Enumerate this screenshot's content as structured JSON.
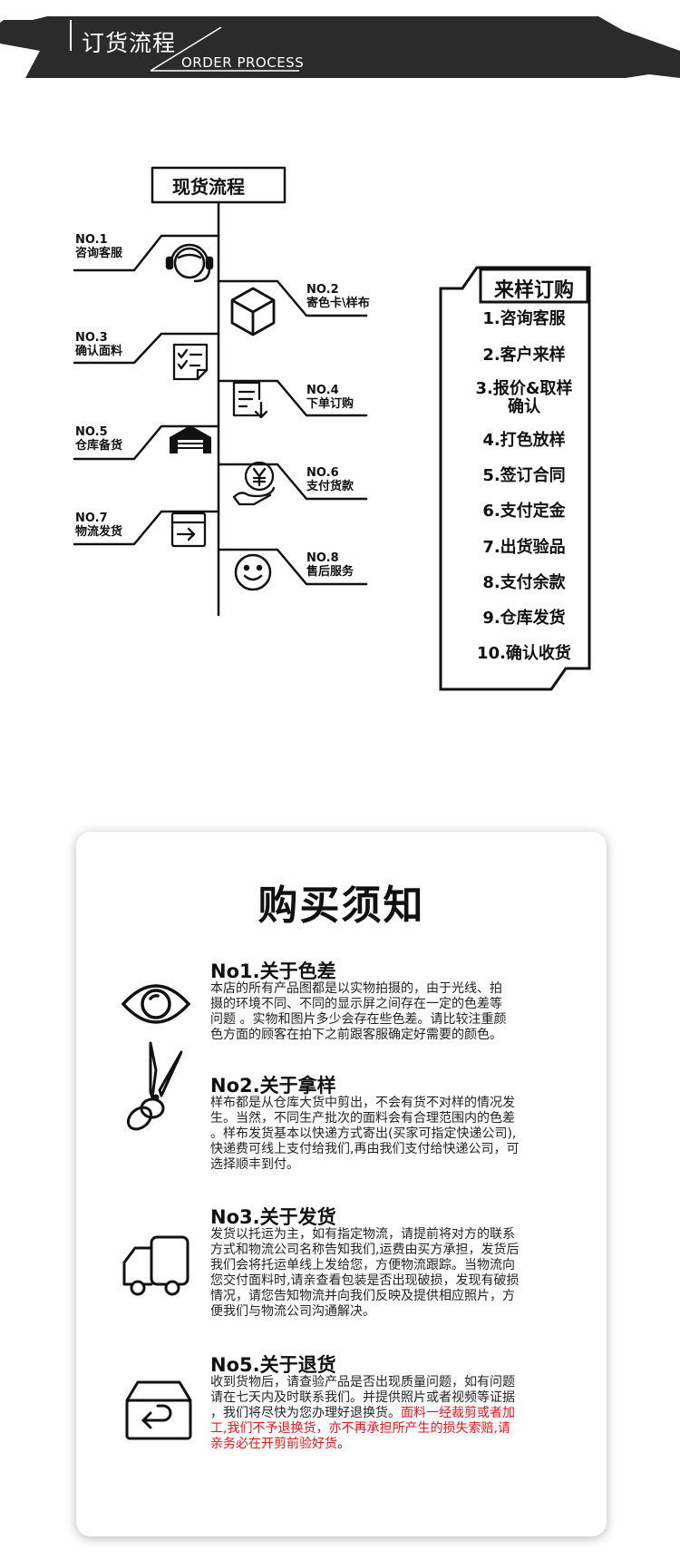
{
  "header": {
    "title_cn": "订货流程",
    "title_en": "ORDER PROCESS"
  },
  "spot_process": {
    "title": "现货流程",
    "steps": [
      {
        "no": "NO.1",
        "label": "咨询客服",
        "icon": "customer-service-headset-icon"
      },
      {
        "no": "NO.2",
        "label": "寄色卡\\样布",
        "icon": "package-box-icon"
      },
      {
        "no": "NO.3",
        "label": "确认面料",
        "icon": "checklist-icon"
      },
      {
        "no": "NO.4",
        "label": "下单订购",
        "icon": "order-document-icon"
      },
      {
        "no": "NO.5",
        "label": "仓库备货",
        "icon": "warehouse-icon"
      },
      {
        "no": "NO.6",
        "label": "支付货款",
        "icon": "yen-payment-icon"
      },
      {
        "no": "NO.7",
        "label": "物流发货",
        "icon": "shipping-box-icon"
      },
      {
        "no": "NO.8",
        "label": "售后服务",
        "icon": "smiley-icon"
      }
    ]
  },
  "sample_process": {
    "title": "来样订购",
    "steps": [
      "1.咨询客服",
      "2.客户来样",
      "3.报价&取样",
      "确认",
      "4.打色放样",
      "5.签订合同",
      "6.支付定金",
      "7.出货验品",
      "8.支付余款",
      "9.仓库发货",
      "10.确认收货"
    ]
  },
  "notice": {
    "title": "购买须知",
    "items": [
      {
        "icon": "eye-icon",
        "title": "No1.关于色差",
        "lines": [
          "本店的所有产品图都是以实物拍摄的，由于光线、拍",
          "摄的环境不同、不同的显示屏之间存在一定的色差等",
          "问题 。实物和图片多少会存在些色差。请比较注重颜",
          "色方面的顾客在拍下之前跟客服确定好需要的颜色。"
        ]
      },
      {
        "icon": "scissors-icon",
        "title": "No2.关于拿样",
        "lines": [
          "样布都是从仓库大货中剪出，不会有货不对样的情况发",
          "生。当然，不同生产批次的面料会有合理范围内的色差",
          "。样布发货基本以快递方式寄出(买家可指定快递公司),",
          "快递费可线上支付给我们,再由我们支付给快递公司，可",
          "选择顺丰到付。"
        ]
      },
      {
        "icon": "truck-icon",
        "title": "No3.关于发货",
        "lines": [
          "发货以托运为主，如有指定物流，请提前将对方的联系",
          "方式和物流公司名称告知我们,运费由买方承担，发货后",
          "我们会将托运单线上发给您，方便物流跟踪。当物流向",
          "您交付面料时,请亲查看包装是否出现破损，发现有破损",
          "情况，请您告知物流并向我们反映及提供相应照片，方",
          "便我们与物流公司沟通解决。"
        ]
      },
      {
        "icon": "return-box-icon",
        "title": "No5.关于退货",
        "lines": [
          "收到货物后，请查验产品是否出现质量问题，如有问题",
          "请在七天内及时联系我们。并提供照片或者视频等证据",
          "，我们将尽快为您办理好退换货。"
        ],
        "warning_lines": [
          "面料一经裁剪或者加",
          "工,我们不予退换货，亦不再承担所产生的损失索赔,请",
          "亲务必在开剪前验好货"
        ],
        "warning_end": "。"
      }
    ]
  },
  "colors": {
    "banner": "#2b2b2b",
    "line": "#111111",
    "warning": "#e8141c"
  }
}
